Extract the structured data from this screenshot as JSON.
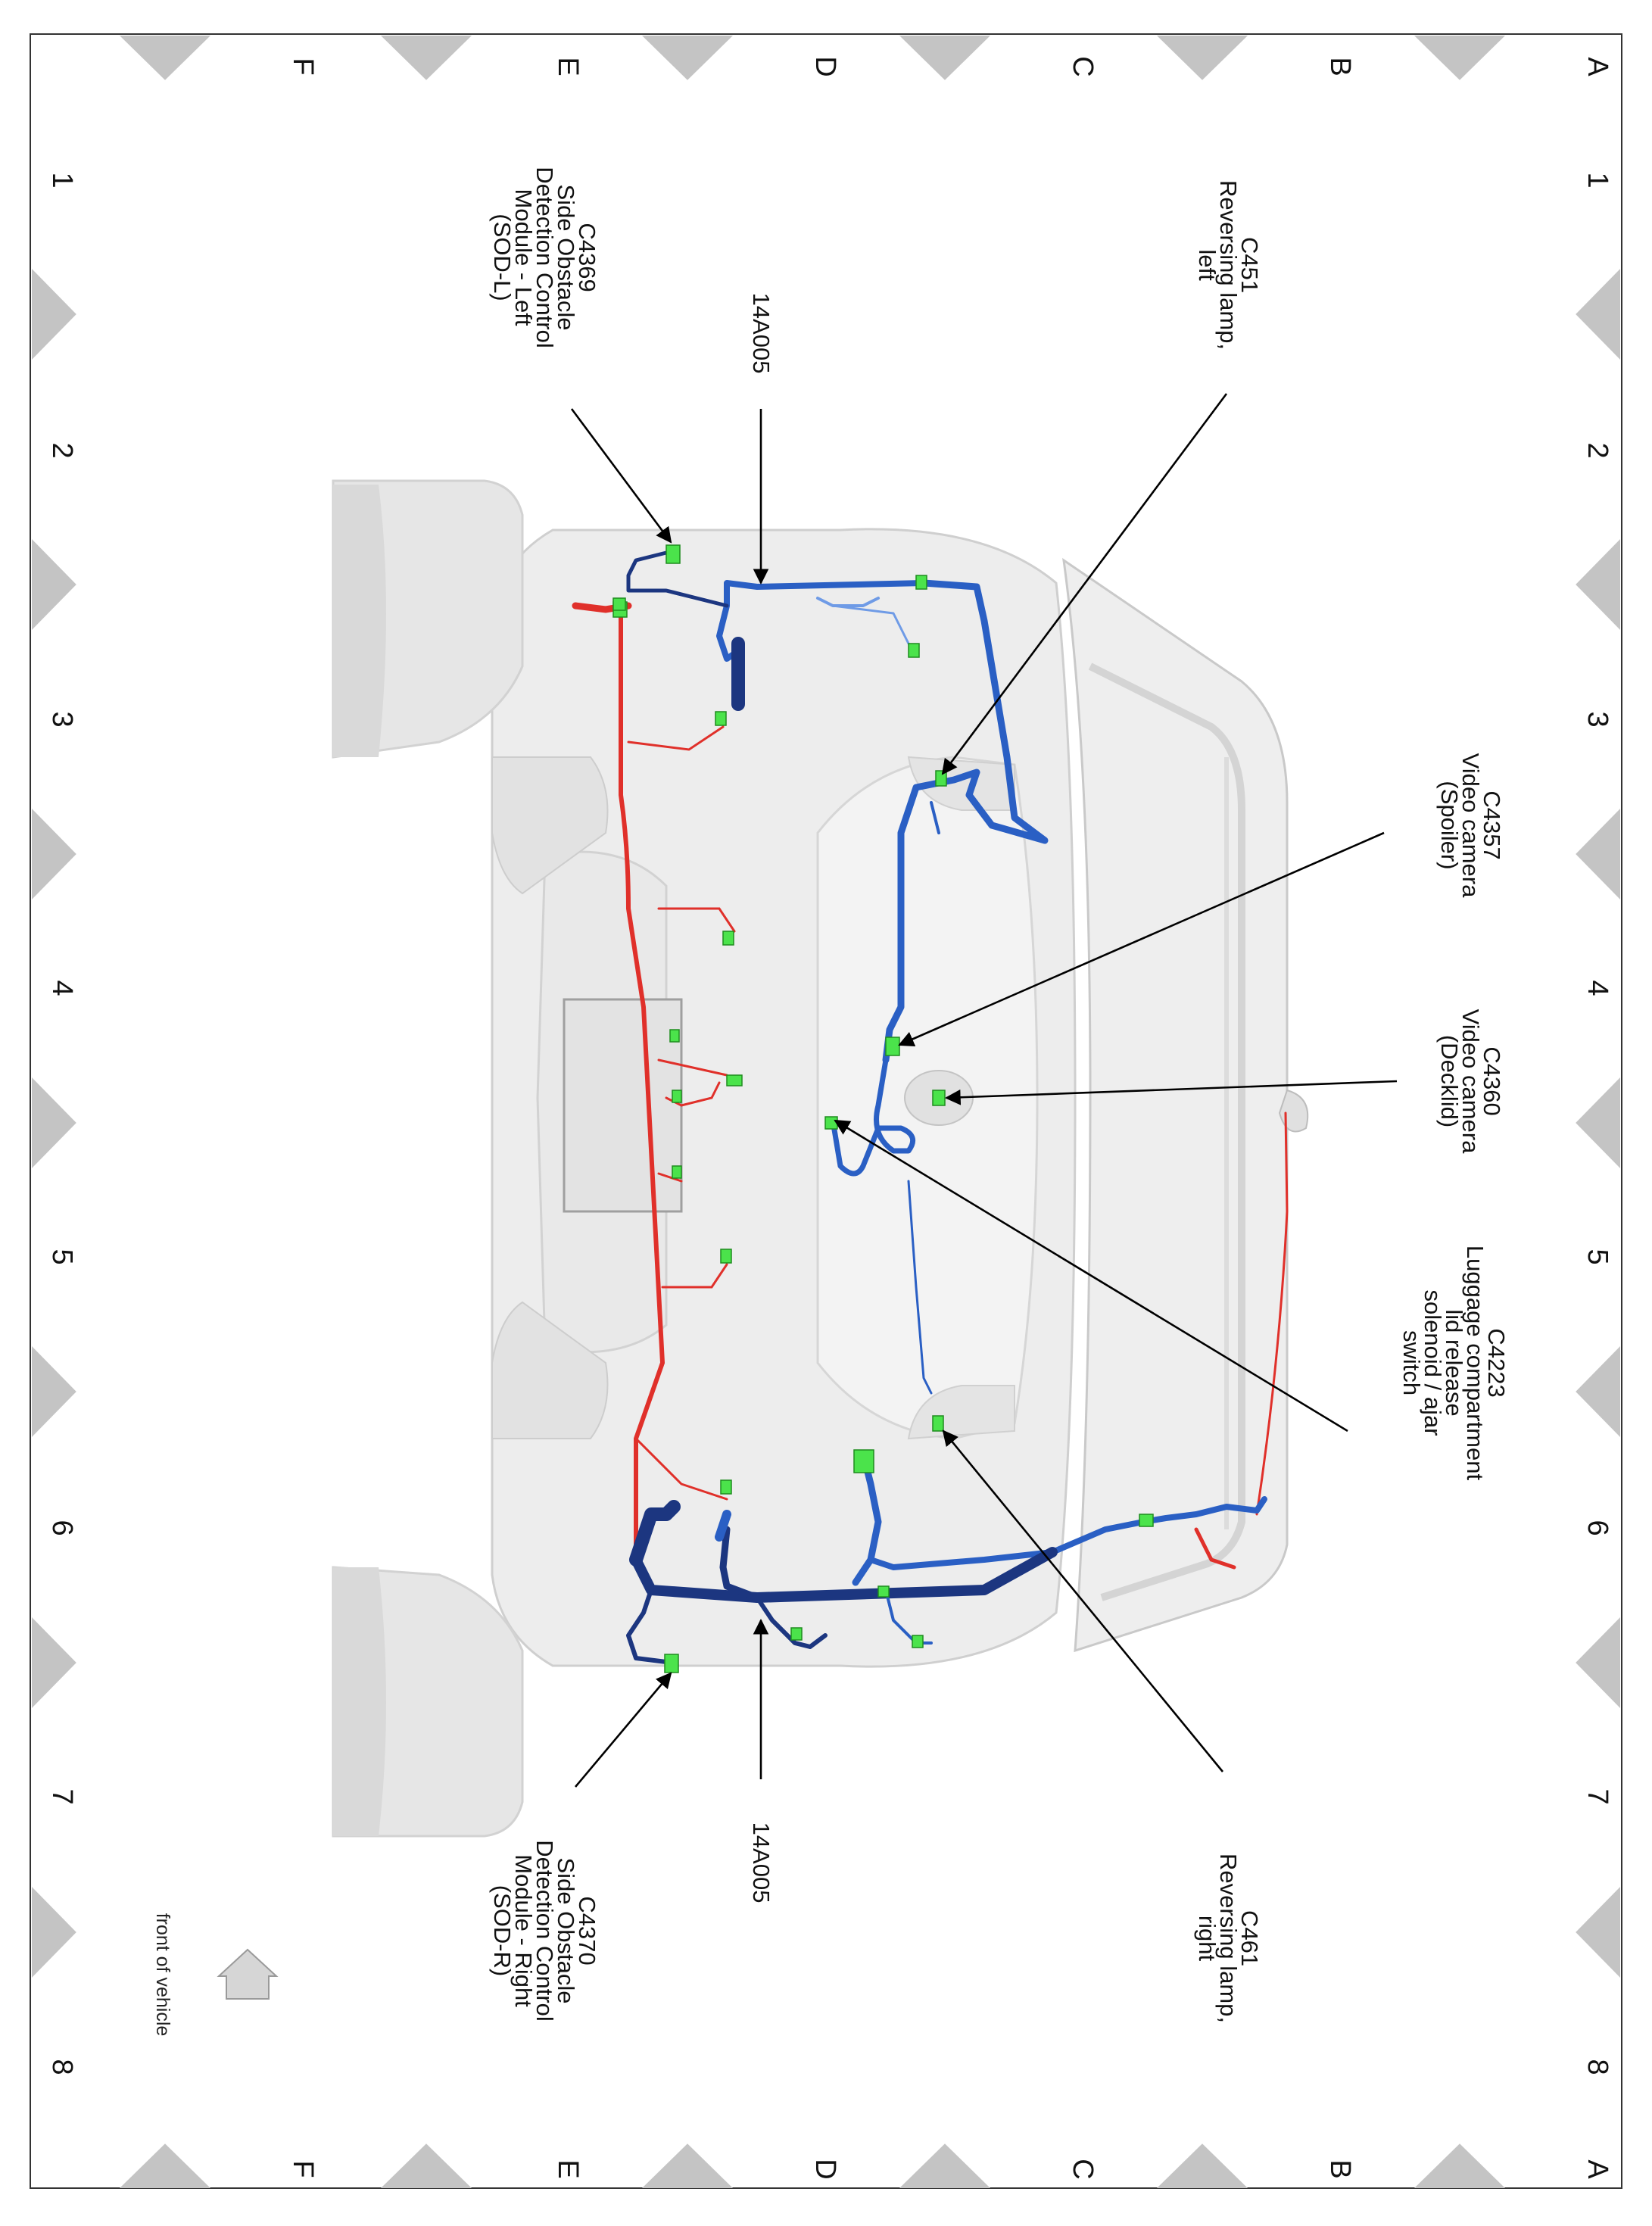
{
  "frame": {
    "columns": [
      "1",
      "2",
      "3",
      "4",
      "5",
      "6",
      "7",
      "8"
    ],
    "rows": [
      "A",
      "B",
      "C",
      "D",
      "E",
      "F"
    ]
  },
  "callouts": {
    "c451": [
      "C451",
      "Reversing lamp,",
      "left"
    ],
    "c4357": [
      "C4357",
      "Video camera",
      "(Spoiler)"
    ],
    "c4360": [
      "C4360",
      "Video camera",
      "(Decklid)"
    ],
    "c4223": [
      "C4223",
      "Luggage compartment",
      "lid release",
      "solenoid / ajar",
      "switch"
    ],
    "c461": [
      "C461",
      "Reversing lamp,",
      "right"
    ],
    "c4369": [
      "C4369",
      "Side Obstacle",
      "Detection Control",
      "Module - Left",
      "(SOD-L)"
    ],
    "c4370": [
      "C4370",
      "Side Obstacle",
      "Detection Control",
      "Module - Right",
      "(SOD-R)"
    ],
    "harness_left": "14A005",
    "harness_right": "14A005"
  },
  "orientation": {
    "label": "front of vehicle"
  },
  "colors": {
    "harness_blue": "#2a5fc4",
    "harness_dark": "#1c3680",
    "harness_light": "#6f9be6",
    "harness_red": "#e0302a",
    "connector": "#4be34b",
    "body": "#ececec",
    "frame_marker": "#c4c4c4"
  }
}
